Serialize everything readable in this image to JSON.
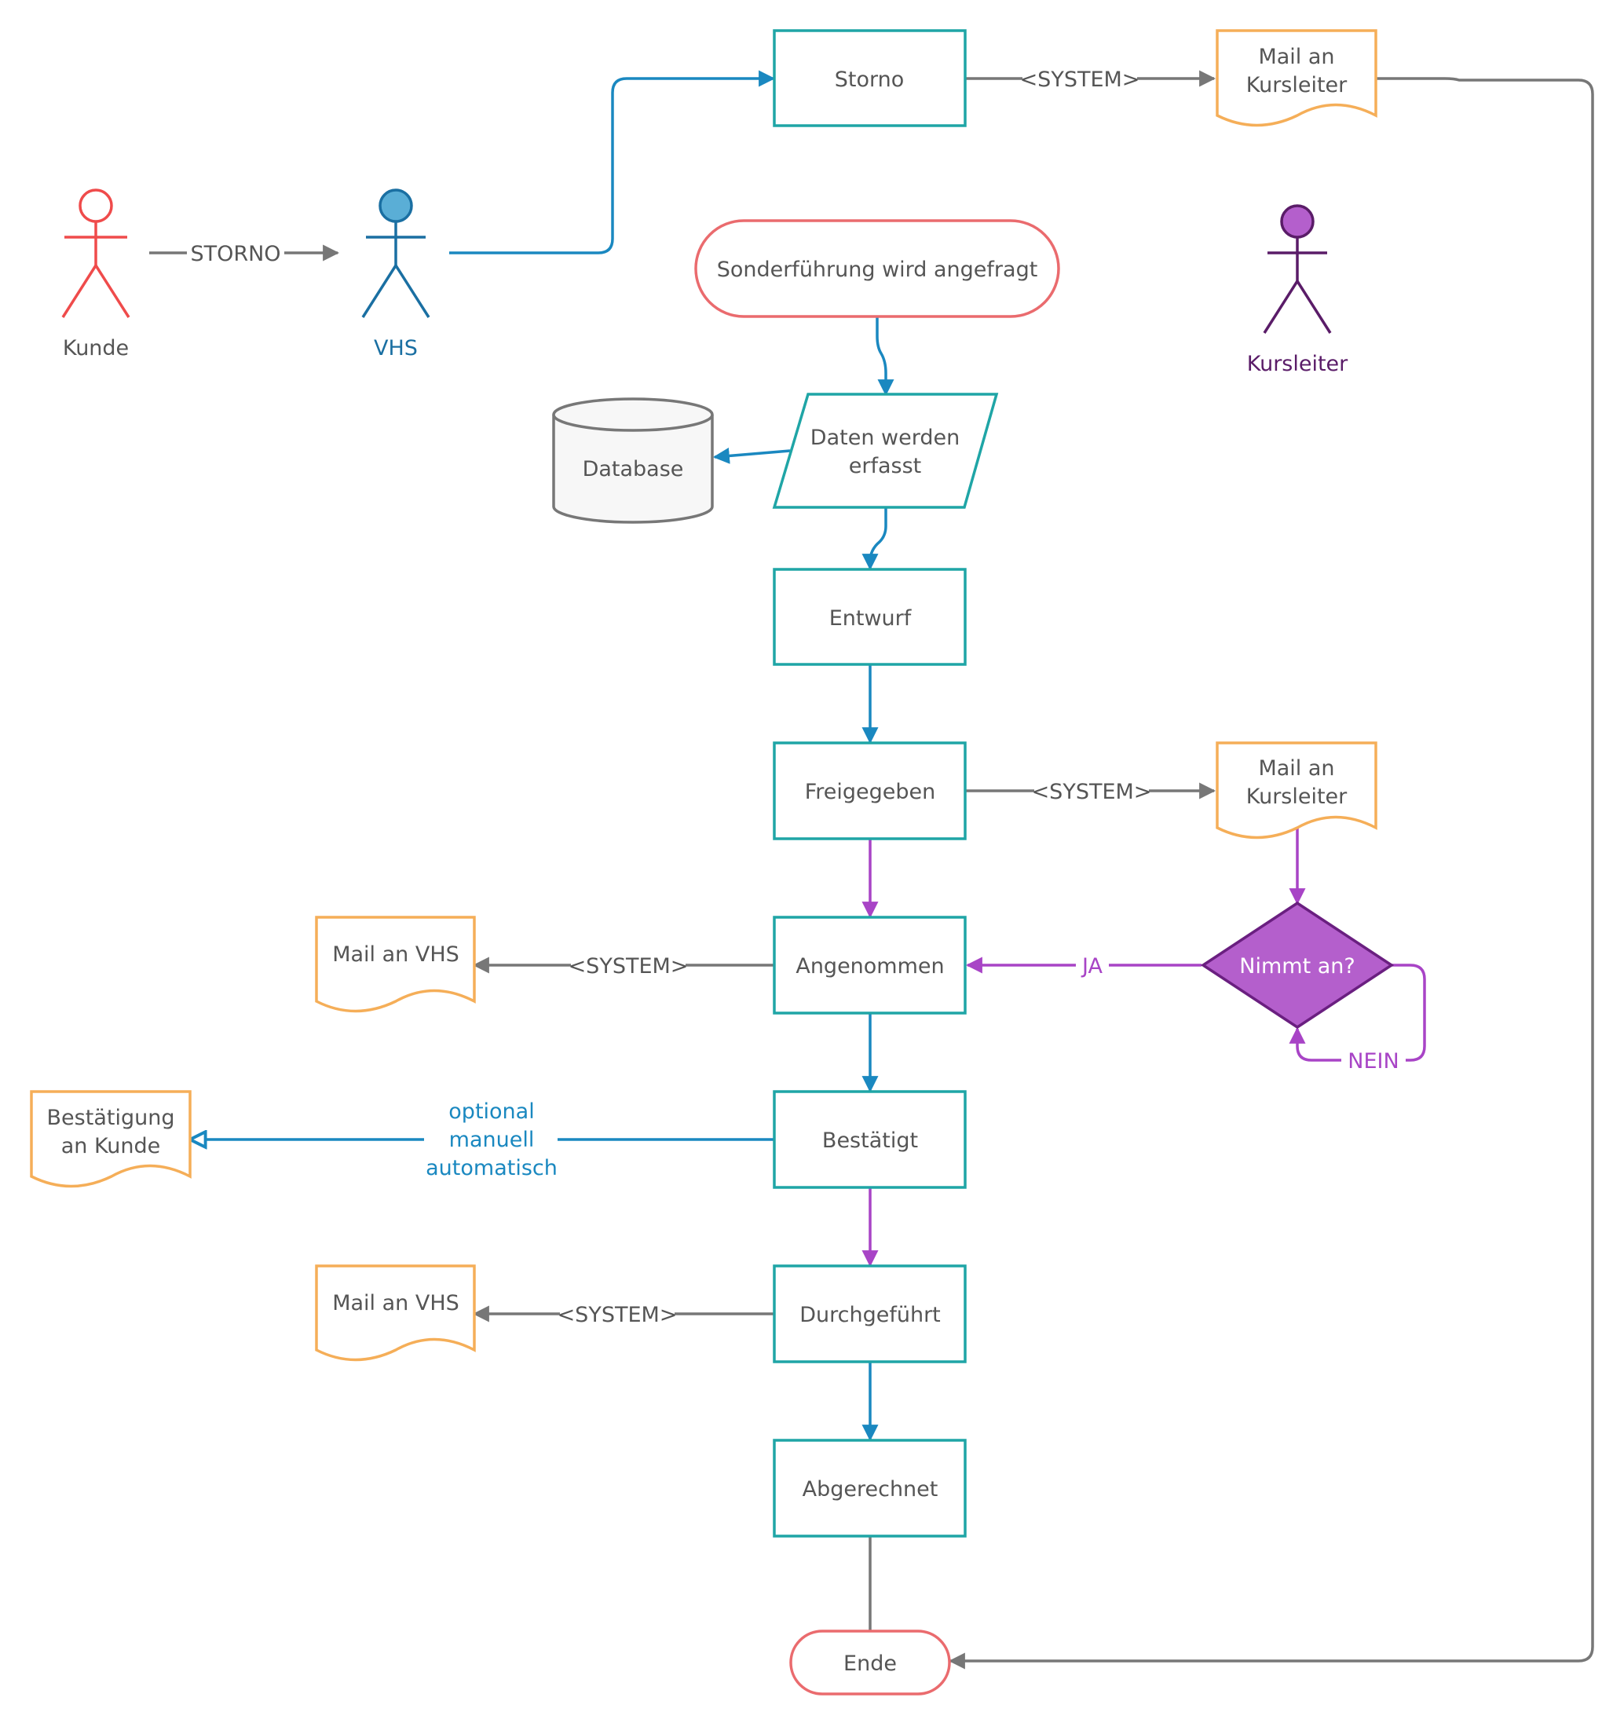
{
  "actors": {
    "kunde": "Kunde",
    "vhs": "VHS",
    "kursleiter": "Kursleiter"
  },
  "nodes": {
    "storno": "Storno",
    "mail_kursleiter_top_line1": "Mail an",
    "mail_kursleiter_top_line2": "Kursleiter",
    "sonderfuehrung": "Sonderführung wird angefragt",
    "daten_line1": "Daten werden",
    "daten_line2": "erfasst",
    "database": "Database",
    "entwurf": "Entwurf",
    "freigegeben": "Freigegeben",
    "mail_kursleiter_mid_line1": "Mail an",
    "mail_kursleiter_mid_line2": "Kursleiter",
    "angenommen": "Angenommen",
    "nimmt_an": "Nimmt an?",
    "mail_vhs_1": "Mail an VHS",
    "bestaetigt": "Bestätigt",
    "bestaetigung_line1": "Bestätigung",
    "bestaetigung_line2": "an Kunde",
    "durchgefuehrt": "Durchgeführt",
    "mail_vhs_2": "Mail an VHS",
    "abgerechnet": "Abgerechnet",
    "ende": "Ende"
  },
  "edge_labels": {
    "storno_kunde": "STORNO",
    "system_storno": "<SYSTEM>",
    "system_freigegeben": "<SYSTEM>",
    "system_angenommen": "<SYSTEM>",
    "ja": "JA",
    "nein": "NEIN",
    "optional_line1": "optional",
    "optional_line2": "manuell",
    "optional_line3": "automatisch",
    "system_durchgefuehrt": "<SYSTEM>"
  },
  "colors": {
    "process_border": "#1fa5a6",
    "document_border": "#f5ae58",
    "terminal_border": "#ea6b6e",
    "flow_blue": "#1a88c0",
    "flow_purple": "#a844c6",
    "flow_gray": "#777777",
    "decision_fill": "#b45fcc",
    "actor_kunde": "#ef4b4b",
    "actor_vhs": "#1a6fa2",
    "actor_kursleiter": "#5a1c68"
  }
}
